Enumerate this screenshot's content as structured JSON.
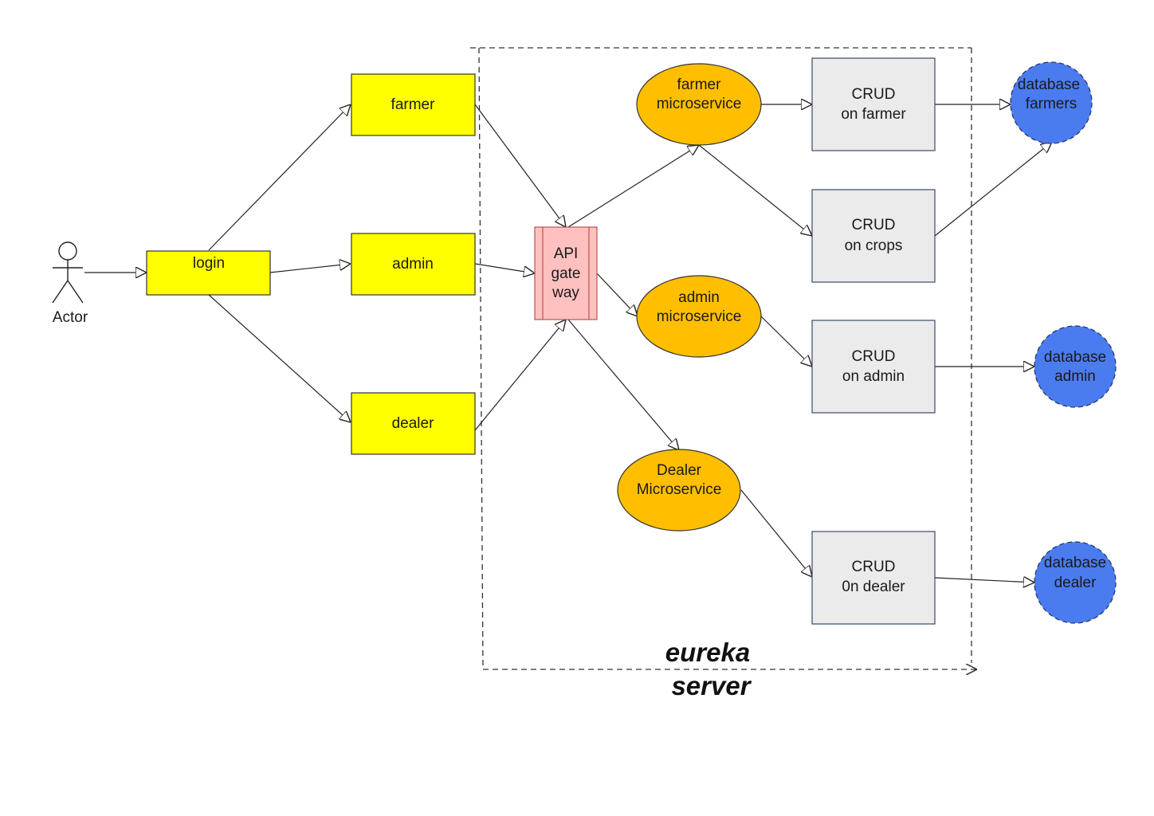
{
  "actor": {
    "label": "Actor"
  },
  "nodes": {
    "login": {
      "label": "login",
      "color": "#ffff00"
    },
    "farmer": {
      "label": "farmer",
      "color": "#ffff00"
    },
    "admin": {
      "label": "admin",
      "color": "#ffff00"
    },
    "dealer": {
      "label": "dealer",
      "color": "#ffff00"
    },
    "api_gateway": {
      "lines": [
        "API",
        "gate",
        "way"
      ],
      "color": "#ffc0c0"
    },
    "farmer_ms": {
      "lines": [
        "farmer",
        "microservice"
      ],
      "color": "#ffbf00"
    },
    "admin_ms": {
      "lines": [
        "admin",
        "microservice"
      ],
      "color": "#ffbf00"
    },
    "dealer_ms": {
      "lines": [
        "Dealer",
        "Microservice"
      ],
      "color": "#ffbf00"
    },
    "crud_farmer": {
      "lines": [
        "CRUD",
        "on farmer"
      ],
      "color": "#ebebeb"
    },
    "crud_crops": {
      "lines": [
        "CRUD",
        "on crops"
      ],
      "color": "#ebebeb"
    },
    "crud_admin": {
      "lines": [
        "CRUD",
        "on admin"
      ],
      "color": "#ebebeb"
    },
    "crud_dealer": {
      "lines": [
        "CRUD",
        "0n dealer"
      ],
      "color": "#ebebeb"
    },
    "db_farmers": {
      "lines": [
        "database",
        "farmers"
      ],
      "color": "#4a7cf0"
    },
    "db_admin": {
      "lines": [
        "database",
        "admin"
      ],
      "color": "#4a7cf0"
    },
    "db_dealer": {
      "lines": [
        "database",
        "dealer"
      ],
      "color": "#4a7cf0"
    }
  },
  "eureka": {
    "lines": [
      "eureka",
      "server"
    ]
  }
}
